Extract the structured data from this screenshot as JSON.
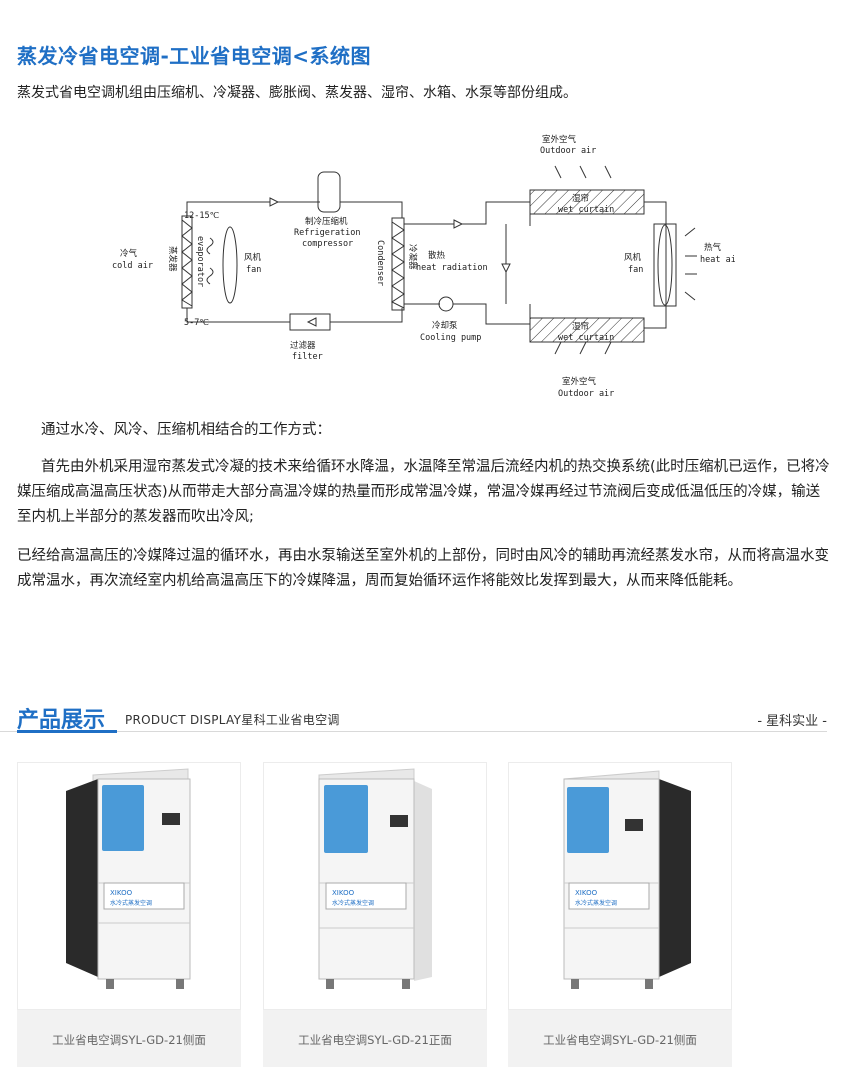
{
  "page_title": "蒸发冷省电空调-工业省电空调<系统图",
  "intro": "蒸发式省电空调机组由压缩机、冷凝器、膨胀阀、蒸发器、湿帘、水箱、水泵等部份组成。",
  "diagram": {
    "outdoor_air_top_cn": "室外空气",
    "outdoor_air_top_en": "Outdoor air",
    "outdoor_air_bottom_cn": "室外空气",
    "outdoor_air_bottom_en": "Outdoor air",
    "wet_curtain_top_cn": "湿帘",
    "wet_curtain_top_en": "wet curtain",
    "wet_curtain_bottom_cn": "湿帘",
    "wet_curtain_bottom_en": "wet curtain",
    "temp_high": "12-15℃",
    "temp_low": "5-7℃",
    "compressor_cn": "制冷压缩机",
    "compressor_en1": "Refrigeration",
    "compressor_en2": "compressor",
    "cold_air_cn": "冷气",
    "cold_air_en": "cold air",
    "evaporator_cn": "蒸发器",
    "evaporator_en": "evaporator",
    "fan_left_cn": "风机",
    "fan_left_en": "fan",
    "condenser_cn": "冷凝器",
    "condenser_en": "Condenser",
    "heat_rad_cn": "散热",
    "heat_rad_en": "heat radiation",
    "pump_cn": "冷却泵",
    "pump_en": "Cooling pump",
    "filter_cn": "过滤器",
    "filter_en": "filter",
    "fan_right_cn": "风机",
    "fan_right_en": "fan",
    "hot_air_cn": "热气",
    "hot_air_en": "heat air"
  },
  "paragraphs": [
    "通过水冷、风冷、压缩机相结合的工作方式：",
    "首先由外机采用湿帘蒸发式冷凝的技术来给循环水降温，水温降至常温后流经内机的热交换系统(此时压缩机已运作，已将冷媒压缩成高温高压状态)从而带走大部分高温冷媒的热量而形成常温冷媒，常温冷媒再经过节流阀后变成低温低压的冷媒，输送至内机上半部分的蒸发器而吹出冷风;",
    "已经给高温高压的冷媒降过温的循环水，再由水泵输送至室外机的上部份，同时由风冷的辅助再流经蒸发水帘，从而将高温水变成常温水，再次流经室内机给高温高压下的冷媒降温，周而复始循环运作将能效比发挥到最大，从而来降低能耗。"
  ],
  "section": {
    "title": "产品展示",
    "subtitle": "PRODUCT DISPLAY星科工业省电空调",
    "right": "- 星科实业 -"
  },
  "products": [
    {
      "caption": "工业省电空调SYL-GD-21侧面",
      "brand": "XIKOO",
      "label": "水冷式蒸发空调"
    },
    {
      "caption": "工业省电空调SYL-GD-21正面",
      "brand": "XIKOO",
      "label": "水冷式蒸发空调"
    },
    {
      "caption": "工业省电空调SYL-GD-21侧面",
      "brand": "XIKOO",
      "label": "水冷式蒸发空调"
    }
  ],
  "colors": {
    "accent": "#1f6fc5",
    "panel_blue": "#4a9ad8"
  }
}
